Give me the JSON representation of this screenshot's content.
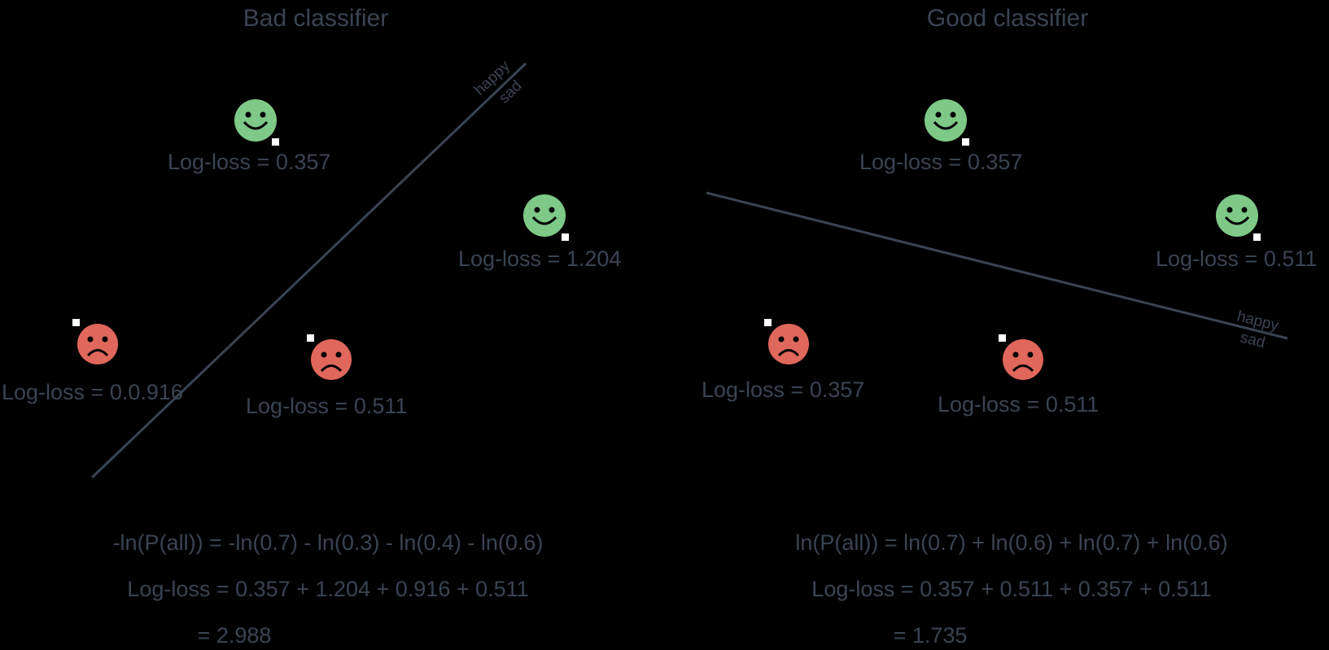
{
  "colors": {
    "background": "#000000",
    "text": "#3a4452",
    "line": "#3a4452",
    "happy_face": "#7ec987",
    "sad_face": "#e0675c",
    "marker": "#ffffff"
  },
  "bad": {
    "title": "Bad classifier",
    "line_label_happy": "happy",
    "line_label_sad": "sad",
    "points": [
      {
        "kind": "happy",
        "loss": "Log-loss = 0.357"
      },
      {
        "kind": "happy",
        "loss": "Log-loss = 1.204"
      },
      {
        "kind": "sad",
        "loss": "Log-loss = 0.0.916"
      },
      {
        "kind": "sad",
        "loss": "Log-loss = 0.511"
      }
    ],
    "eq1": "-ln(P(all)) = -ln(0.7) - ln(0.3) - ln(0.4) - ln(0.6)",
    "eq2": "Log-loss = 0.357 + 1.204 + 0.916 + 0.511",
    "eq3": "= 2.988"
  },
  "good": {
    "title": "Good classifier",
    "line_label_happy": "happy",
    "line_label_sad": "sad",
    "points": [
      {
        "kind": "happy",
        "loss": "Log-loss = 0.357"
      },
      {
        "kind": "happy",
        "loss": "Log-loss = 0.511"
      },
      {
        "kind": "sad",
        "loss": "Log-loss = 0.357"
      },
      {
        "kind": "sad",
        "loss": "Log-loss = 0.511"
      }
    ],
    "eq1": "ln(P(all)) = ln(0.7) + ln(0.6) + ln(0.7) + ln(0.6)",
    "eq2": "Log-loss = 0.357 + 0.511 + 0.357 + 0.511",
    "eq3": "= 1.735"
  }
}
